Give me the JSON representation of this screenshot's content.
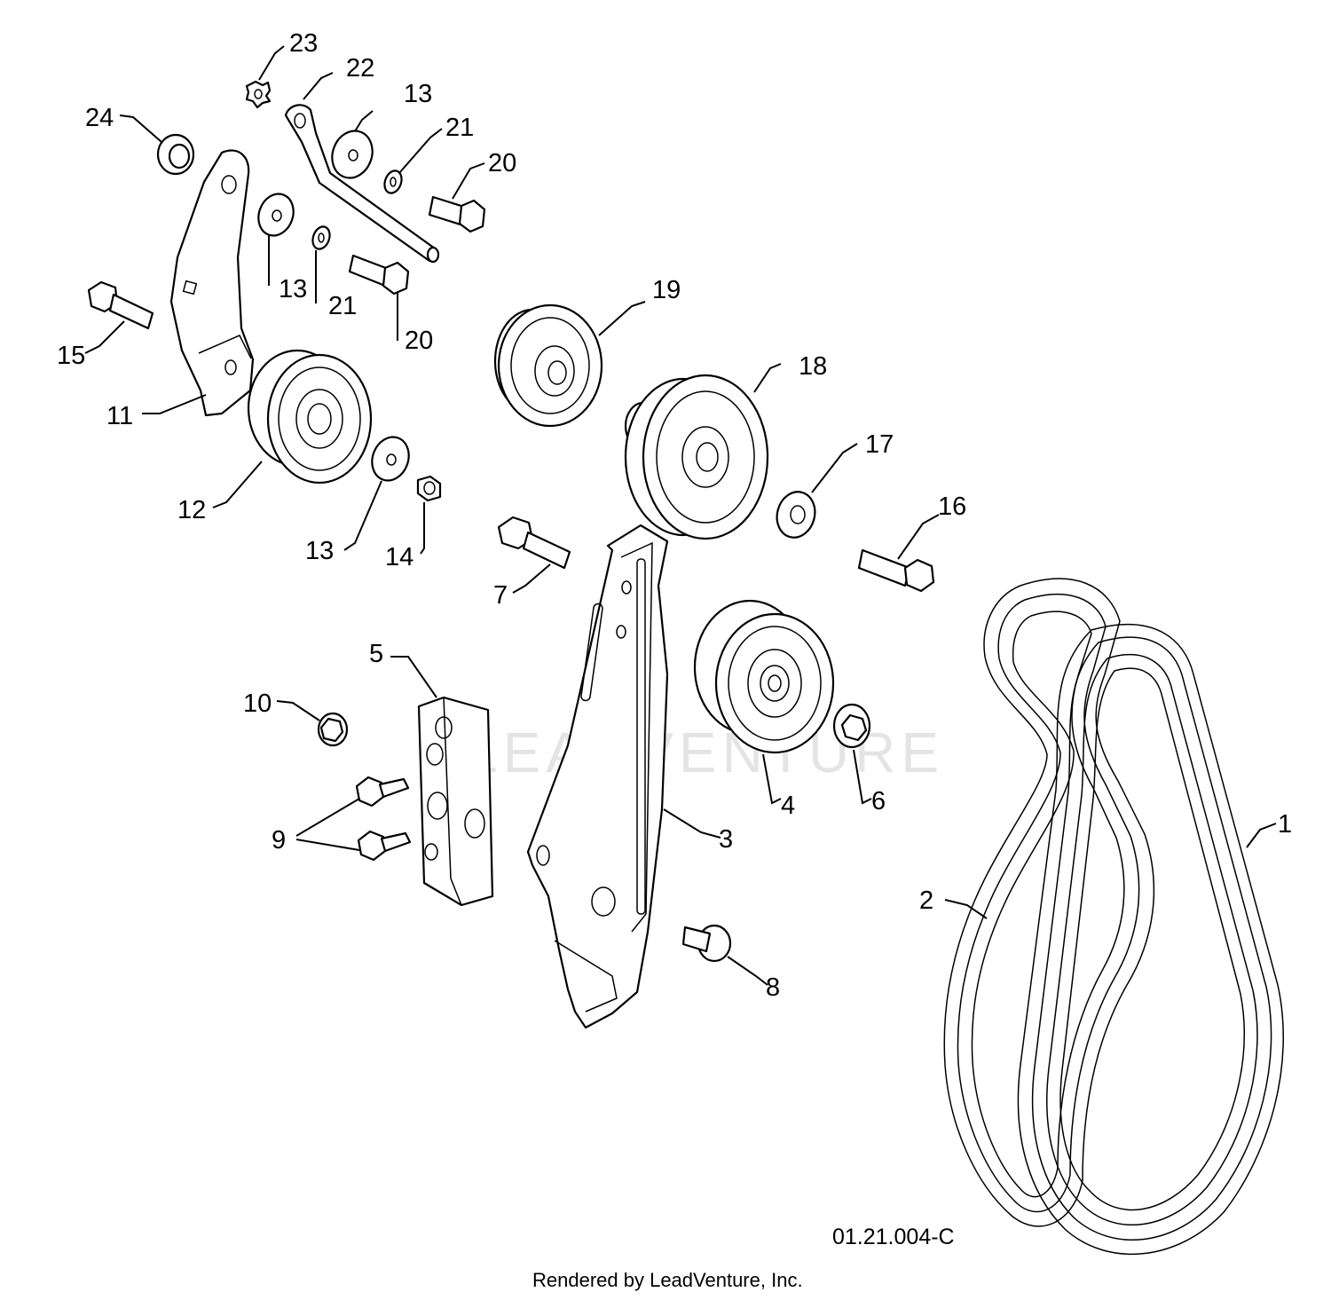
{
  "diagram": {
    "watermark": "LEADVENTURE",
    "drawing_code": "01.21.004-C",
    "footer": "Rendered by LeadVenture, Inc.",
    "callouts": [
      {
        "id": "c1",
        "label": "1"
      },
      {
        "id": "c2",
        "label": "2"
      },
      {
        "id": "c3",
        "label": "3"
      },
      {
        "id": "c4",
        "label": "4"
      },
      {
        "id": "c5",
        "label": "5"
      },
      {
        "id": "c6",
        "label": "6"
      },
      {
        "id": "c7",
        "label": "7"
      },
      {
        "id": "c8",
        "label": "8"
      },
      {
        "id": "c9",
        "label": "9"
      },
      {
        "id": "c10",
        "label": "10"
      },
      {
        "id": "c11",
        "label": "11"
      },
      {
        "id": "c12",
        "label": "12"
      },
      {
        "id": "c13a",
        "label": "13"
      },
      {
        "id": "c13b",
        "label": "13"
      },
      {
        "id": "c13c",
        "label": "13"
      },
      {
        "id": "c14",
        "label": "14"
      },
      {
        "id": "c15",
        "label": "15"
      },
      {
        "id": "c16",
        "label": "16"
      },
      {
        "id": "c17",
        "label": "17"
      },
      {
        "id": "c18",
        "label": "18"
      },
      {
        "id": "c19",
        "label": "19"
      },
      {
        "id": "c20a",
        "label": "20"
      },
      {
        "id": "c20b",
        "label": "20"
      },
      {
        "id": "c21a",
        "label": "21"
      },
      {
        "id": "c21b",
        "label": "21"
      },
      {
        "id": "c22",
        "label": "22"
      },
      {
        "id": "c23",
        "label": "23"
      },
      {
        "id": "c24",
        "label": "24"
      }
    ]
  }
}
